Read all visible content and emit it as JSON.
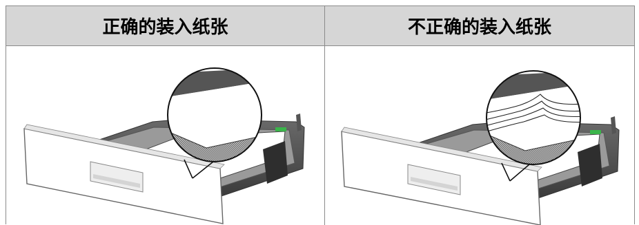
{
  "table": {
    "headers": {
      "correct": "正确的装入纸张",
      "incorrect": "不正确的装入纸张"
    }
  },
  "illustrations": {
    "correct": {
      "icon": "paper-tray-flat-paper-illustration"
    },
    "incorrect": {
      "icon": "paper-tray-curled-paper-illustration"
    }
  },
  "colors": {
    "header_background": "#d6d6d6",
    "border": "#8a8a8a",
    "guide_green": "#3ab54a"
  }
}
